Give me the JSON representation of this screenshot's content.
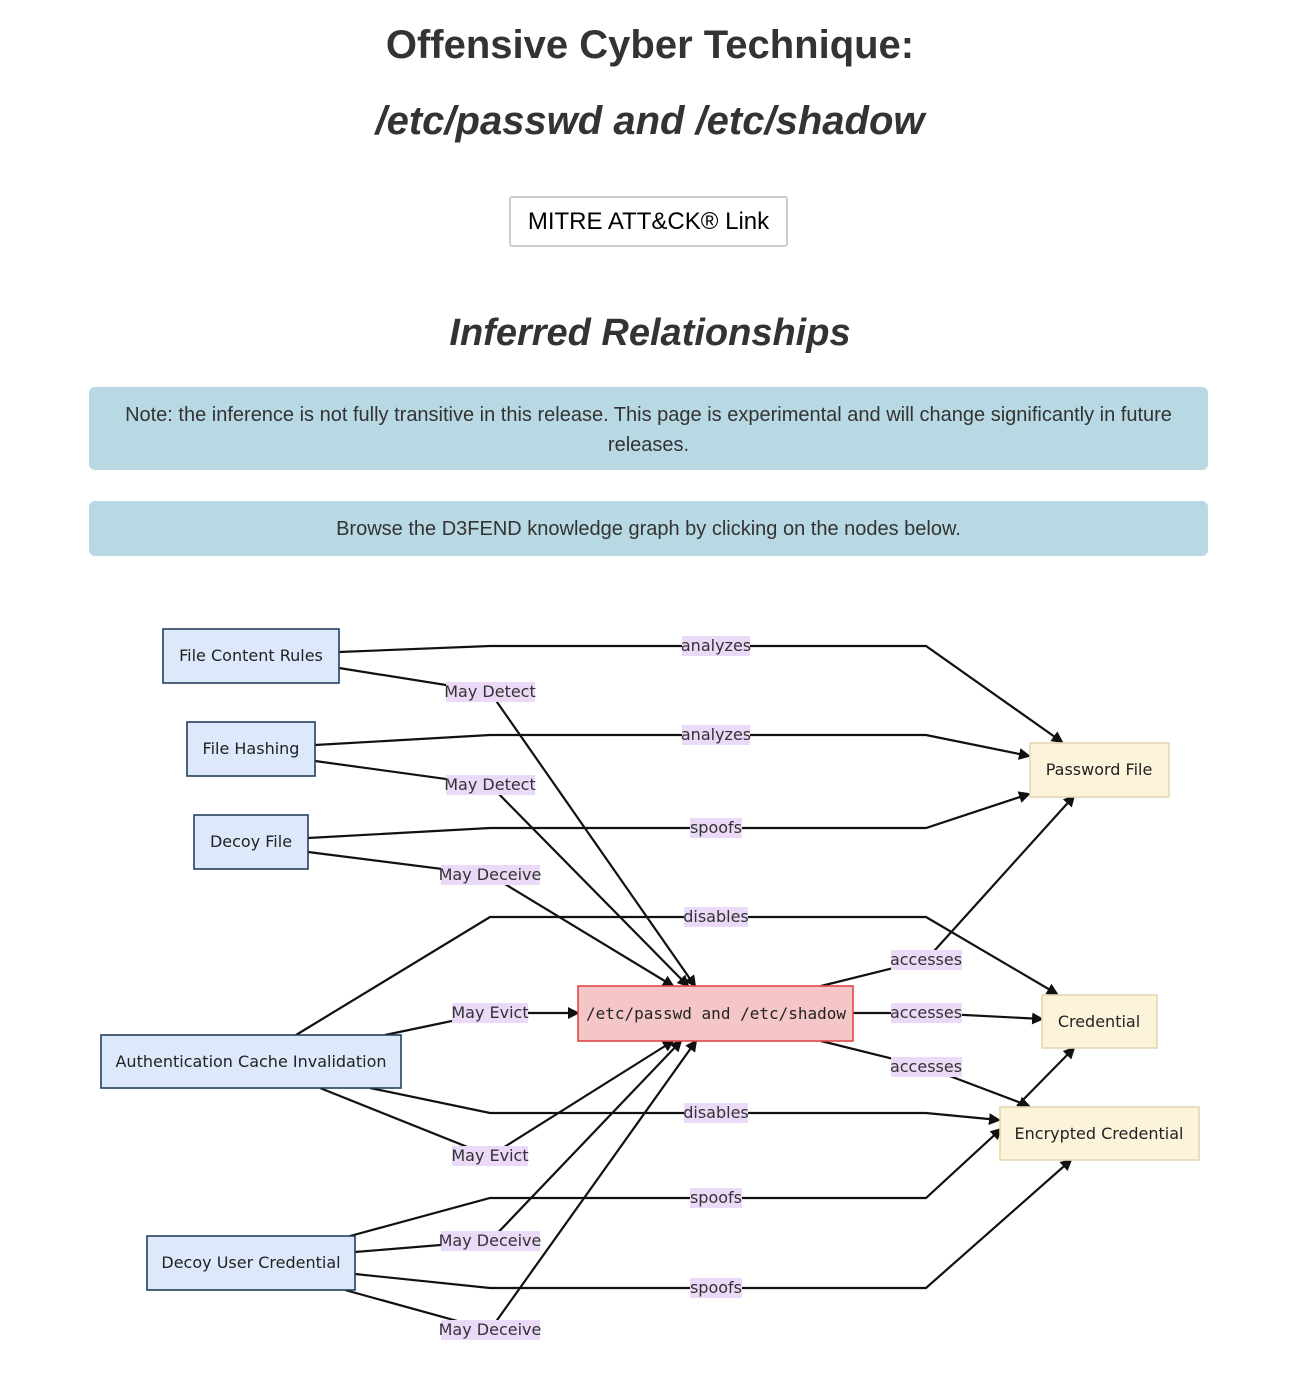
{
  "header": {
    "title": "Offensive Cyber Technique:",
    "subtitle": "/etc/passwd and /etc/shadow",
    "mitre_link_label": "MITRE ATT&CK® Link"
  },
  "relationships": {
    "title": "Inferred Relationships",
    "note": "Note: the inference is not fully transitive in this release. This page is experimental and will change significantly in future releases.",
    "browse_hint": "Browse the D3FEND knowledge graph by clicking on the nodes below."
  },
  "graph": {
    "colors": {
      "defense_fill": "#dde9fb",
      "defense_stroke": "#24405f",
      "offense_fill": "#f5c6c8",
      "offense_stroke": "#e04646",
      "artifact_fill": "#fcf3db",
      "artifact_stroke": "#e6d7b1",
      "edge_label_bg": "#ead9f7"
    },
    "nodes": {
      "file_content_rules": "File Content Rules",
      "file_hashing": "File Hashing",
      "decoy_file": "Decoy File",
      "auth_cache_invalidation": "Authentication Cache Invalidation",
      "decoy_user_credential": "Decoy User Credential",
      "center": "/etc/passwd and /etc/shadow",
      "password_file": "Password File",
      "credential": "Credential",
      "encrypted_credential": "Encrypted Credential"
    },
    "edges": [
      {
        "from": "File Content Rules",
        "to": "Password File",
        "label": "analyzes"
      },
      {
        "from": "File Content Rules",
        "to": "/etc/passwd and /etc/shadow",
        "label": "May Detect"
      },
      {
        "from": "File Hashing",
        "to": "Password File",
        "label": "analyzes"
      },
      {
        "from": "File Hashing",
        "to": "/etc/passwd and /etc/shadow",
        "label": "May Detect"
      },
      {
        "from": "Decoy File",
        "to": "Password File",
        "label": "spoofs"
      },
      {
        "from": "Decoy File",
        "to": "/etc/passwd and /etc/shadow",
        "label": "May Deceive"
      },
      {
        "from": "Authentication Cache Invalidation",
        "to": "Credential",
        "label": "disables"
      },
      {
        "from": "Authentication Cache Invalidation",
        "to": "/etc/passwd and /etc/shadow",
        "label": "May Evict"
      },
      {
        "from": "Authentication Cache Invalidation",
        "to": "Encrypted Credential",
        "label": "disables"
      },
      {
        "from": "Authentication Cache Invalidation",
        "to": "/etc/passwd and /etc/shadow",
        "label": "May Evict"
      },
      {
        "from": "/etc/passwd and /etc/shadow",
        "to": "Password File",
        "label": "accesses"
      },
      {
        "from": "/etc/passwd and /etc/shadow",
        "to": "Credential",
        "label": "accesses"
      },
      {
        "from": "/etc/passwd and /etc/shadow",
        "to": "Encrypted Credential",
        "label": "accesses"
      },
      {
        "from": "Encrypted Credential",
        "to": "Credential",
        "label": ""
      },
      {
        "from": "Decoy User Credential",
        "to": "Encrypted Credential",
        "label": "spoofs"
      },
      {
        "from": "Decoy User Credential",
        "to": "/etc/passwd and /etc/shadow",
        "label": "May Deceive"
      },
      {
        "from": "Decoy User Credential",
        "to": "Encrypted Credential",
        "label": "spoofs"
      },
      {
        "from": "Decoy User Credential",
        "to": "/etc/passwd and /etc/shadow",
        "label": "May Deceive"
      }
    ]
  }
}
